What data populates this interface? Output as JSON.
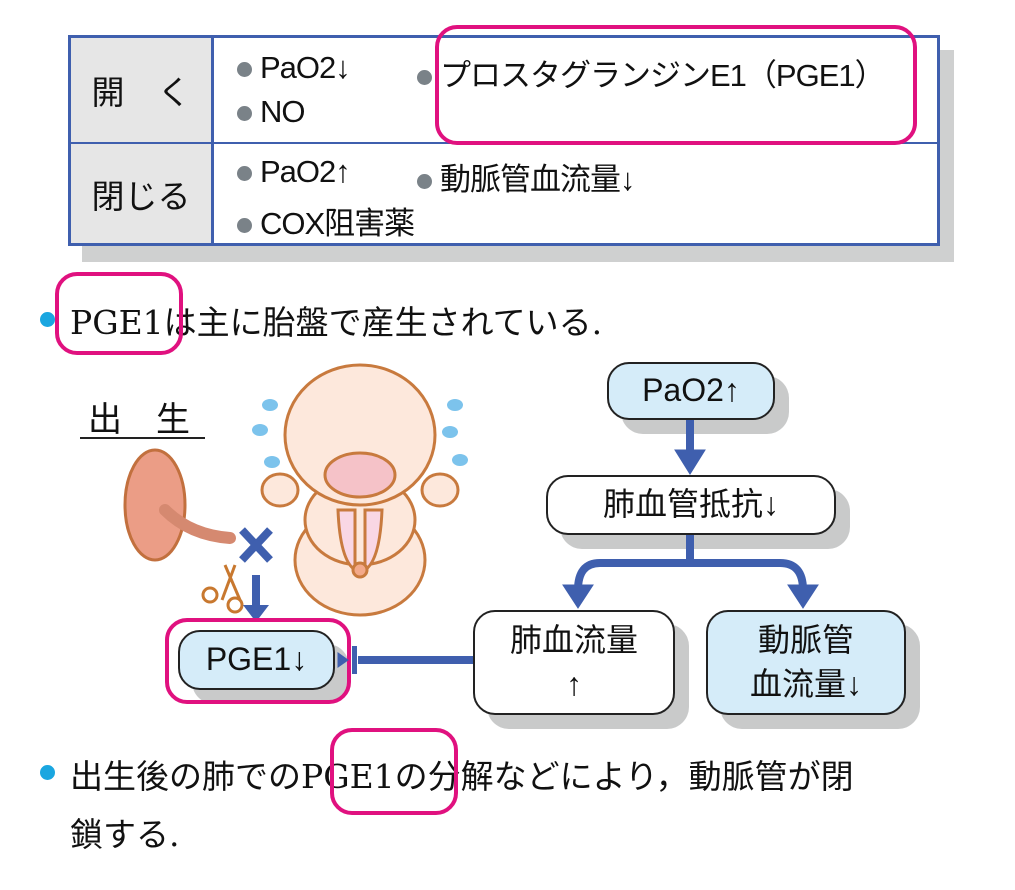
{
  "table": {
    "rows": [
      {
        "header": "開　く",
        "items": [
          "PaO2↓",
          "プロスタグランジンE1（PGE1）",
          "NO"
        ]
      },
      {
        "header": "閉じる",
        "items": [
          "PaO2↑",
          "動脈管血流量↓",
          "COX阻害薬"
        ]
      }
    ]
  },
  "note1": {
    "highlight": "PGE1",
    "text": "は主に胎盤で産生されている."
  },
  "illustration": {
    "title": "出　生",
    "baby": "crying-newborn",
    "placenta": "placenta-cut-cord"
  },
  "flow": {
    "pao2": "PaO2↑",
    "pvr": "肺血管抵抗↓",
    "pbf_line1": "肺血流量",
    "pbf_line2": "↑",
    "da_line1": "動脈管",
    "da_line2": "血流量↓",
    "pge": "PGE1↓"
  },
  "note2": {
    "before": "出生後の肺での",
    "highlight": "PGE1",
    "after": "の分解などにより，動脈管が閉",
    "line2": "鎖する."
  },
  "colors": {
    "accent_blue": "#3f5fae",
    "highlight": "#e0117f",
    "box_fill": "#d5ecf9",
    "bullet": "#1aa6e0"
  }
}
